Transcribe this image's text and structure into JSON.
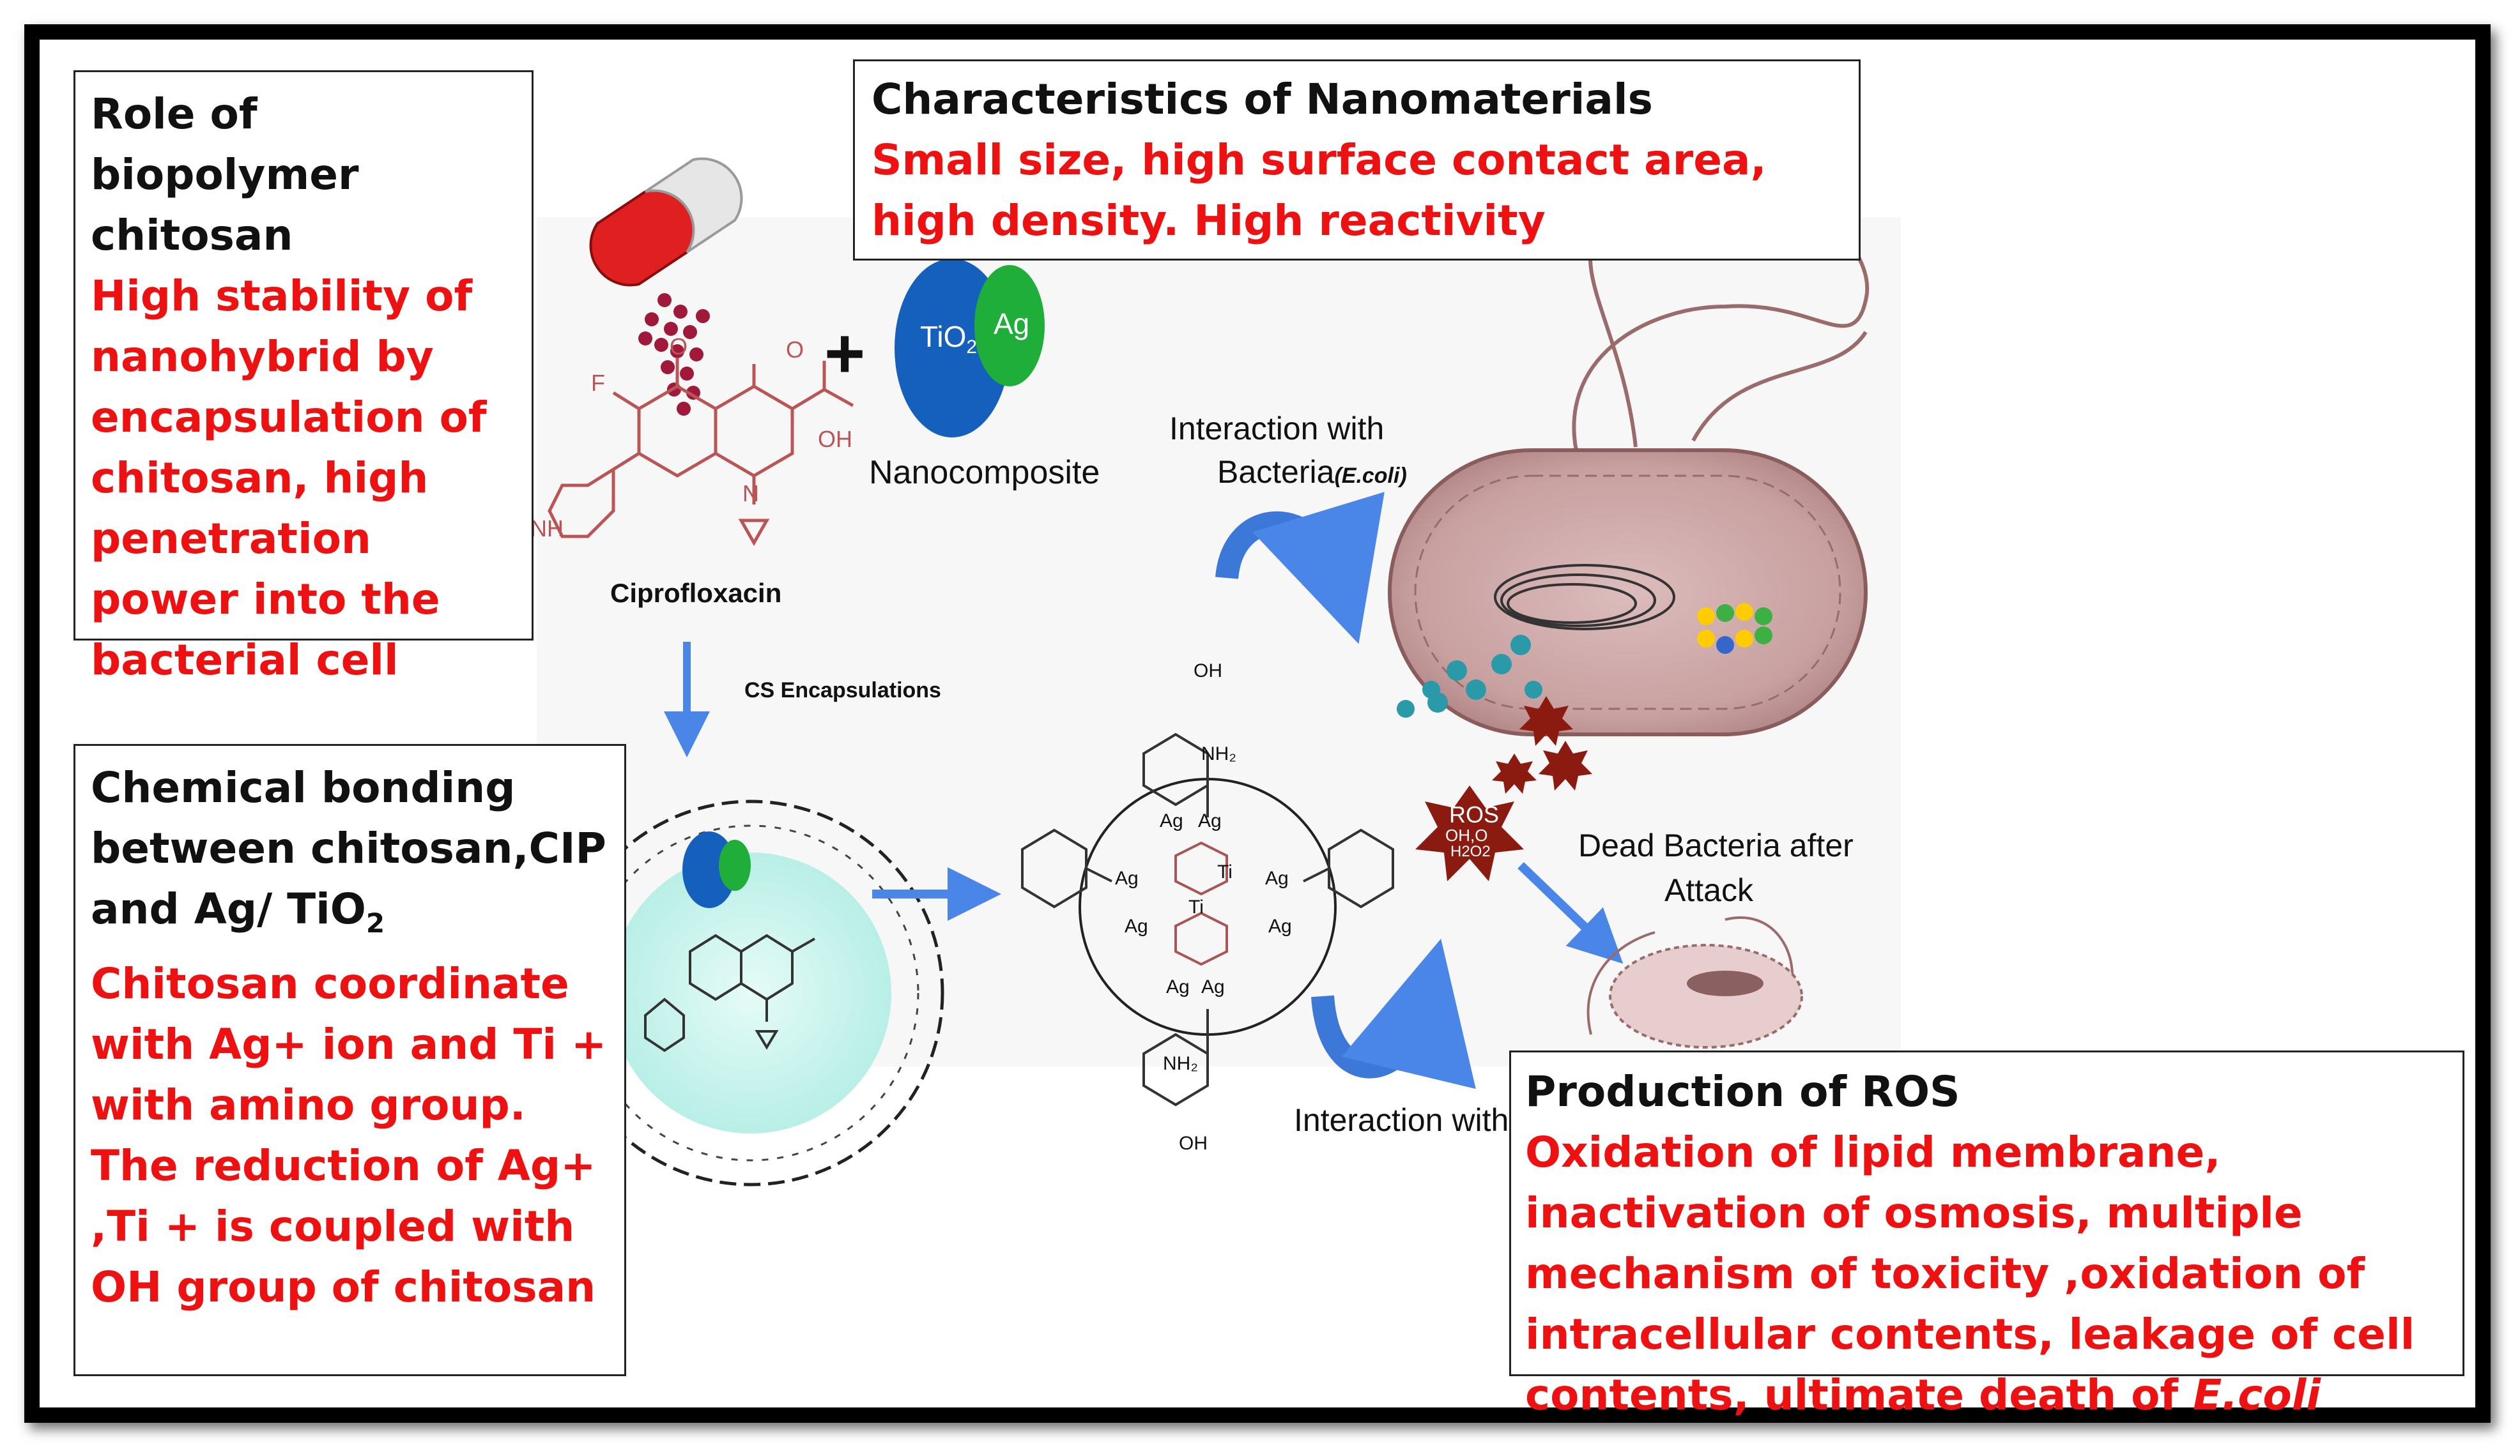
{
  "boxes": {
    "chitosan": {
      "heading": "Role of biopolymer chitosan",
      "body": "High stability of nanohybrid by encapsulation of chitosan, high penetration power into the bacterial cell"
    },
    "nano": {
      "heading": "Characteristics of Nanomaterials",
      "body": "Small size, high surface contact area, high density. High reactivity"
    },
    "bonding": {
      "heading_line1": "Chemical bonding between chitosan,CIP",
      "heading_line2": "and  Ag/ TiO",
      "heading_sub": "2",
      "body": "Chitosan coordinate  with Ag+  ion and Ti + with amino group. The reduction of Ag+ ,Ti + is coupled with OH group of chitosan"
    },
    "ros": {
      "heading": "Production of ROS",
      "body": "Oxidation of lipid membrane, inactivation of osmosis, multiple mechanism of toxicity ,oxidation of intracellular contents, leakage of cell contents, ultimate death of ",
      "body_italic": "E.coli"
    }
  },
  "labels": {
    "plus": "+",
    "tio2": "TiO",
    "tio2_sub": "2",
    "ag": "Ag",
    "nanocomposite": "Nanocomposite",
    "ciprofloxacin": "Ciprofloxacin",
    "cs_encapsulations": "CS Encapsulations",
    "interaction_line1": "Interaction with",
    "interaction_line2": "Bacteria",
    "interaction_italic": "(E.coli)",
    "interaction_bottom": "Interaction with",
    "dead_line1": "Dead Bacteria after",
    "dead_line2": "Attack",
    "ros_star": "ROS",
    "ros_species": "OH,O",
    "ros_h2o2": "H2O2",
    "mol_f": "F",
    "mol_o": "O",
    "mol_oh": "OH",
    "mol_n": "N",
    "mol_nh": "NH",
    "center_ti": "Ti",
    "center_ag": "Ag",
    "sugar_oh": "OH",
    "sugar_nh2": "NH₂"
  },
  "colors": {
    "accent_red": "#e11111",
    "arrow_blue": "#4a86e8",
    "tio2_blue": "#1560bd",
    "ag_green": "#1fae3a",
    "bacteria": "#c9a3a3",
    "ros_star": "#8b1a10"
  }
}
